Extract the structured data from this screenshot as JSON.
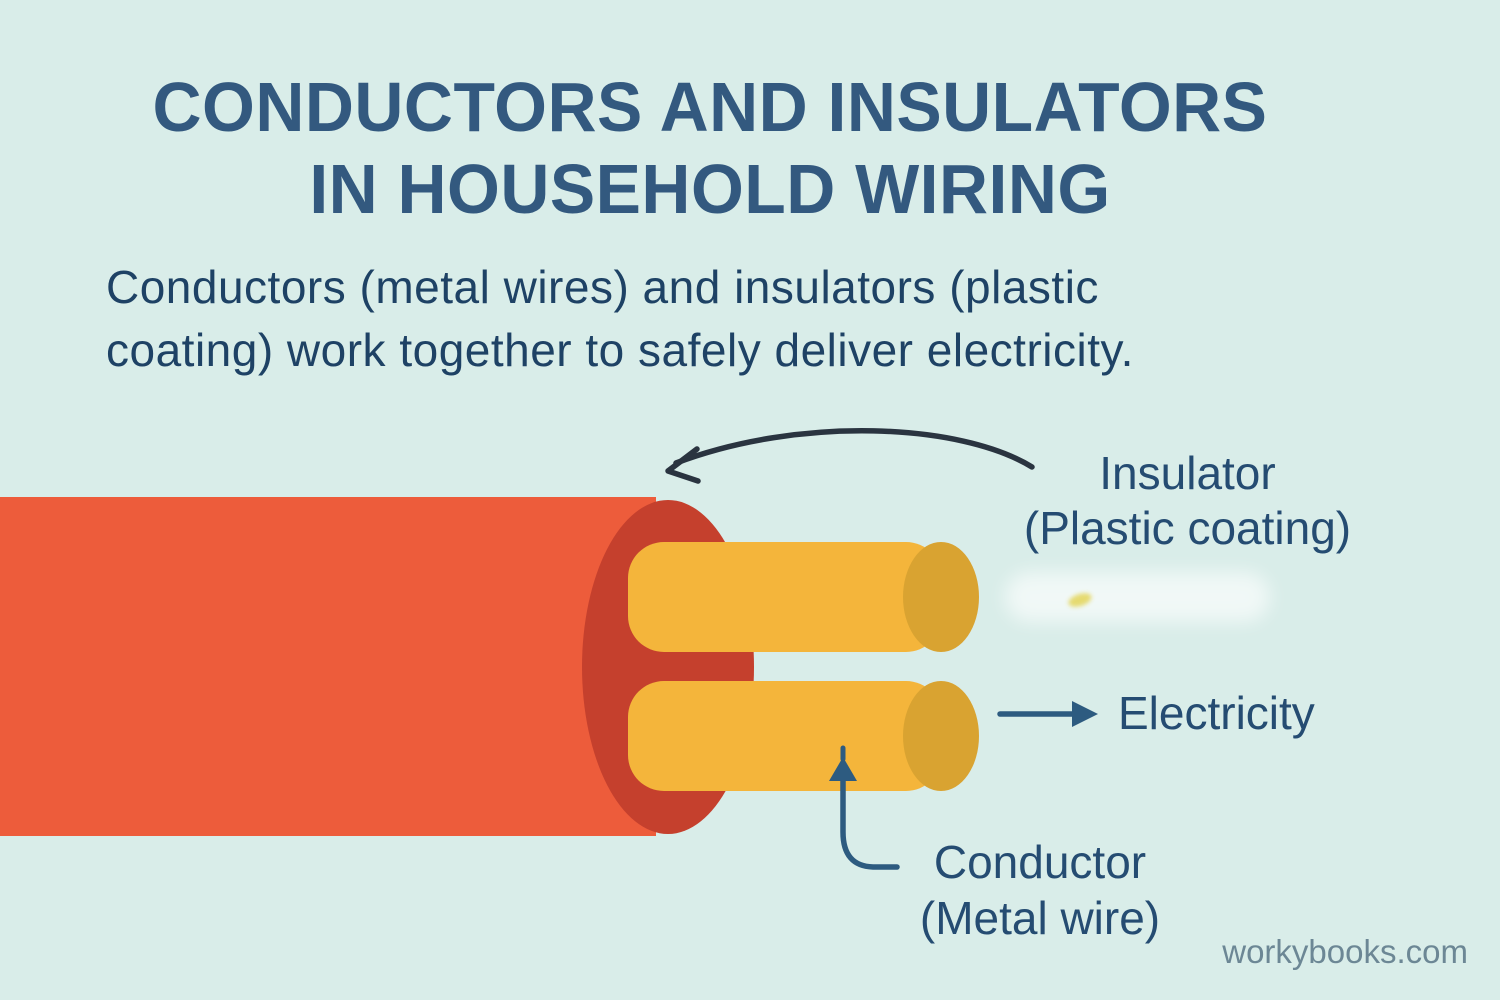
{
  "page": {
    "background_color": "#D9EDE9",
    "watermark": "workybooks.com"
  },
  "header": {
    "title_line1": "CONDUCTORS AND INSULATORS",
    "title_line2": "IN HOUSEHOLD WIRING",
    "subtitle_line1": "Conductors (metal wires) and insulators (plastic",
    "subtitle_line2": "coating) work together to safely deliver electricity."
  },
  "diagram": {
    "labels": {
      "insulator_line1": "Insulator",
      "insulator_line2": "(Plastic coating)",
      "electricity": "Electricity",
      "conductor_line1": "Conductor",
      "conductor_line2": "(Metal wire)"
    },
    "colors": {
      "cable_body": "#ED5C3B",
      "cable_end_cap": "#C5402D",
      "conductor": "#F4B53B",
      "conductor_end_cap": "#D9A331",
      "title_text": "#33597F",
      "subtitle_text": "#1E4265",
      "label_text": "#254C72",
      "arrow_blue": "#2D5B80",
      "arrow_dark": "#2A3440",
      "watermark_text": "#6C8795"
    }
  }
}
